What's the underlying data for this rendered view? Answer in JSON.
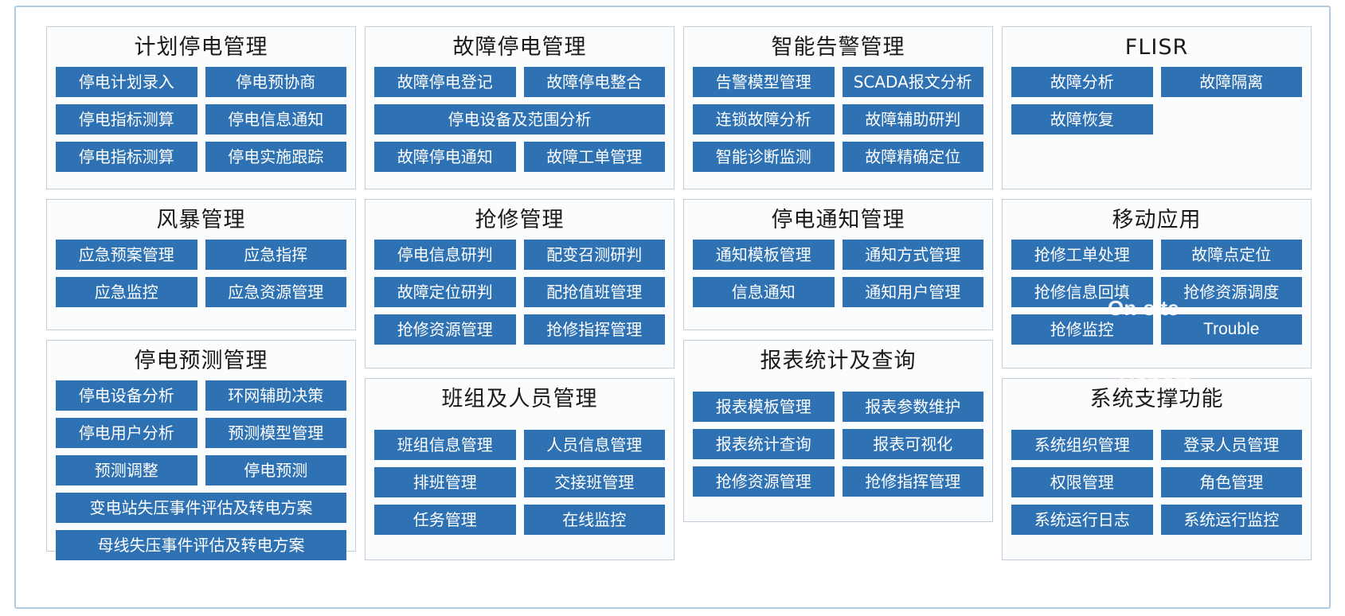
{
  "theme": {
    "frame_border": "#aecbe8",
    "panel_border": "#c3ccd8",
    "panel_bg": "#fbfcfd",
    "button_bg": "#2f72b4",
    "button_text": "#ffffff",
    "title_text": "#1a1a1a"
  },
  "overlays": [
    {
      "id": "on-site",
      "text": "On-site"
    },
    {
      "id": "report",
      "text": "Report"
    }
  ],
  "panels": [
    {
      "id": "planned-outage-management",
      "title": "计划停电管理",
      "rows": [
        [
          "停电计划录入",
          "停电预协商"
        ],
        [
          "停电指标测算",
          "停电信息通知"
        ],
        [
          "停电指标测算",
          "停电实施跟踪"
        ]
      ]
    },
    {
      "id": "storm-management",
      "title": "风暴管理",
      "rows": [
        [
          "应急预案管理",
          "应急指挥"
        ],
        [
          "应急监控",
          "应急资源管理"
        ]
      ]
    },
    {
      "id": "outage-forecast-management",
      "title": "停电预测管理",
      "rows": [
        [
          "停电设备分析",
          "环网辅助决策"
        ],
        [
          "停电用户分析",
          "预测模型管理"
        ],
        [
          "预测调整",
          "停电预测"
        ],
        [
          "变电站失压事件评估及转电方案"
        ],
        [
          "母线失压事件评估及转电方案"
        ]
      ]
    },
    {
      "id": "fault-outage-management",
      "title": "故障停电管理",
      "rows": [
        [
          "故障停电登记",
          "故障停电整合"
        ],
        [
          "停电设备及范围分析"
        ],
        [
          "故障停电通知",
          "故障工单管理"
        ]
      ]
    },
    {
      "id": "emergency-repair-management",
      "title": "抢修管理",
      "rows": [
        [
          "停电信息研判",
          "配变召测研判"
        ],
        [
          "故障定位研判",
          "配抢值班管理"
        ],
        [
          "抢修资源管理",
          "抢修指挥管理"
        ]
      ]
    },
    {
      "id": "crew-and-personnel-management",
      "title": "班组及人员管理",
      "rows": [
        [
          "班组信息管理",
          "人员信息管理"
        ],
        [
          "排班管理",
          "交接班管理"
        ],
        [
          "任务管理",
          "在线监控"
        ]
      ]
    },
    {
      "id": "intelligent-alarm-management",
      "title": "智能告警管理",
      "rows": [
        [
          "告警模型管理",
          "SCADA报文分析"
        ],
        [
          "连锁故障分析",
          "故障辅助研判"
        ],
        [
          "智能诊断监测",
          "故障精确定位"
        ]
      ]
    },
    {
      "id": "outage-notification-management",
      "title": "停电通知管理",
      "rows": [
        [
          "通知模板管理",
          "通知方式管理"
        ],
        [
          "信息通知",
          "通知用户管理"
        ]
      ]
    },
    {
      "id": "report-statistics-and-query",
      "title": "报表统计及查询",
      "rows": [
        [
          "报表模板管理",
          "报表参数维护"
        ],
        [
          "报表统计查询",
          "报表可视化"
        ],
        [
          "抢修资源管理",
          "抢修指挥管理"
        ]
      ]
    },
    {
      "id": "flisr",
      "title": "FLISR",
      "rows": [
        [
          "故障分析",
          "故障隔离"
        ],
        [
          "故障恢复",
          ""
        ]
      ]
    },
    {
      "id": "mobile-application",
      "title": "移动应用",
      "rows": [
        [
          "抢修工单处理",
          "故障点定位"
        ],
        [
          "抢修信息回填",
          "抢修资源调度"
        ],
        [
          "抢修监控",
          "Trouble"
        ]
      ]
    },
    {
      "id": "system-support-functions",
      "title": "系统支撑功能",
      "rows": [
        [
          "系统组织管理",
          "登录人员管理"
        ],
        [
          "权限管理",
          "角色管理"
        ],
        [
          "系统运行日志",
          "系统运行监控"
        ]
      ]
    }
  ]
}
